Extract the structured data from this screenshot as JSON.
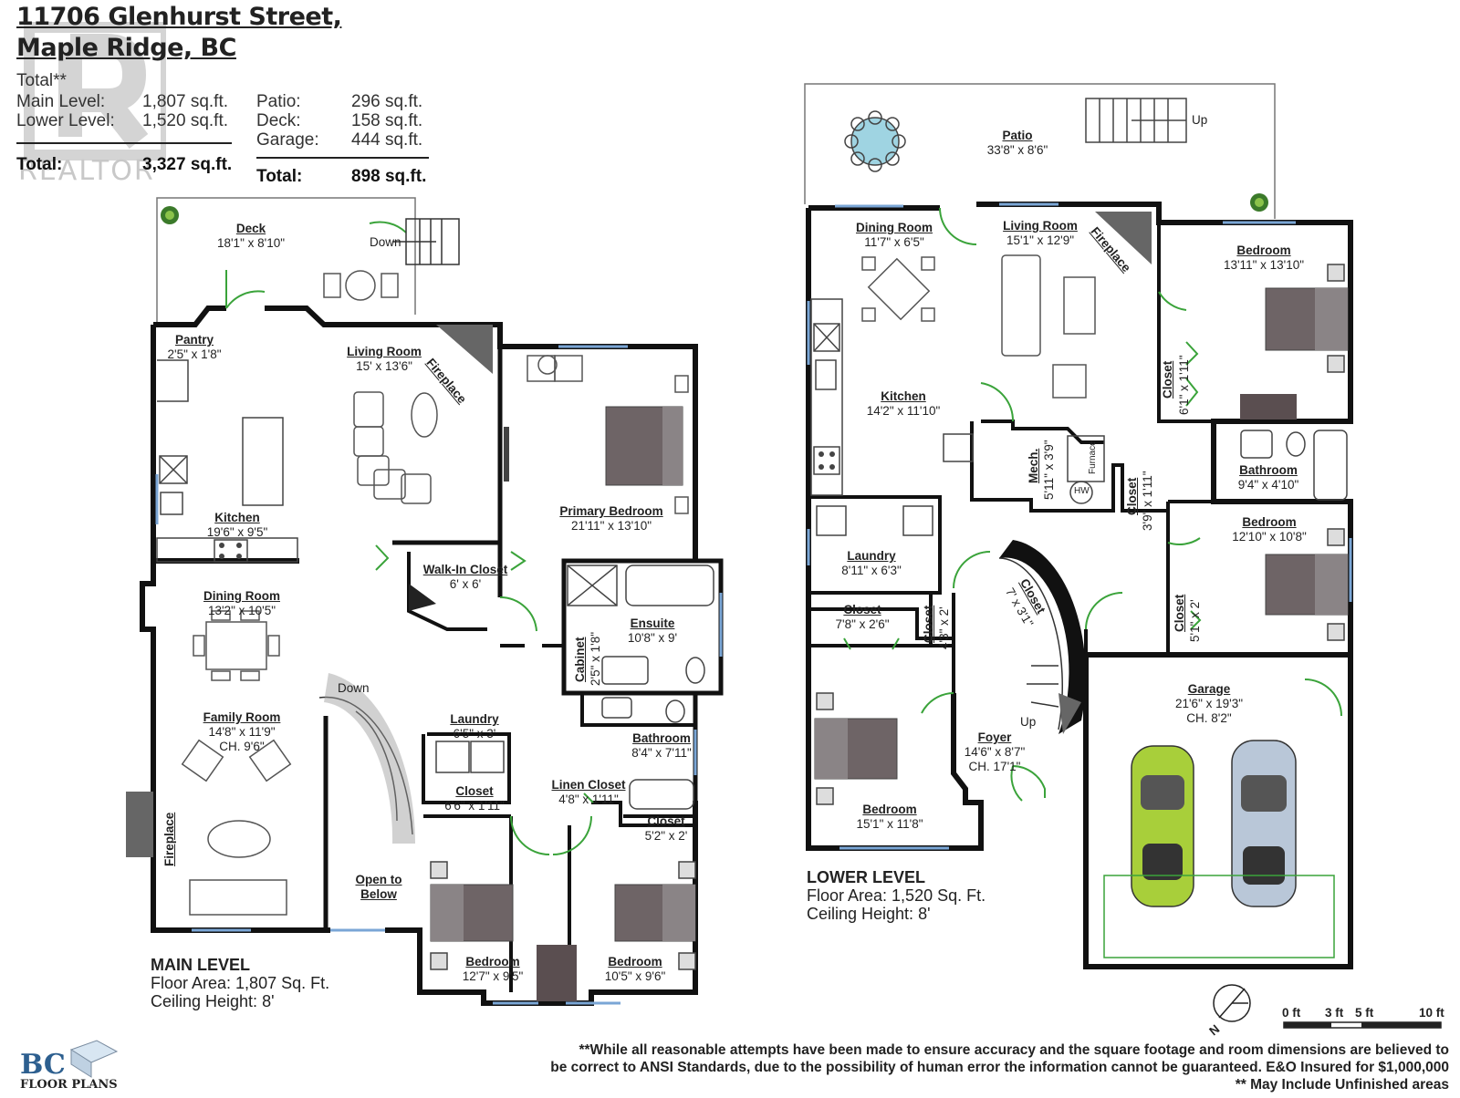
{
  "header": {
    "address_line1": "11706 Glenhurst Street,",
    "address_line2": "Maple Ridge, BC"
  },
  "summary": {
    "total_label": "Total**",
    "main_label": "Main Level:",
    "main_value": "1,807 sq.ft.",
    "lower_label": "Lower Level:",
    "lower_value": "1,520 sq.ft.",
    "total_row_label": "Total:",
    "total_value": "3,327 sq.ft.",
    "patio_label": "Patio:",
    "patio_value": "296 sq.ft.",
    "deck_label": "Deck:",
    "deck_value": "158 sq.ft.",
    "garage_label": "Garage:",
    "garage_value": "444 sq.ft.",
    "ext_total_label": "Total:",
    "ext_total_value": "898 sq.ft."
  },
  "watermark": {
    "brand_text": "REALTOR"
  },
  "main_level": {
    "heading": "MAIN LEVEL",
    "floor_area": "Floor Area: 1,807 Sq. Ft.",
    "ceiling": "Ceiling Height: 8'",
    "rooms": {
      "deck": {
        "name": "Deck",
        "dims": "18'1\" x 8'10\""
      },
      "pantry": {
        "name": "Pantry",
        "dims": "2'5\" x 1'8\""
      },
      "living": {
        "name": "Living Room",
        "dims": "15' x 13'6\""
      },
      "kitchen": {
        "name": "Kitchen",
        "dims": "19'6\" x 9'5\""
      },
      "primary": {
        "name": "Primary Bedroom",
        "dims": "21'11\" x 13'10\""
      },
      "walkin": {
        "name": "Walk-In Closet",
        "dims": "6' x 6'"
      },
      "dining": {
        "name": "Dining Room",
        "dims": "13'2\" x 10'5\""
      },
      "ensuite": {
        "name": "Ensuite",
        "dims": "10'8\" x 9'"
      },
      "cabinet": {
        "name": "Cabinet",
        "dims": "2'5\" x 1'8\""
      },
      "family": {
        "name": "Family Room",
        "dims": "14'8\" x 11'9\"",
        "ceiling": "CH. 9'6\""
      },
      "laundry": {
        "name": "Laundry",
        "dims": "6'5\" x 3'"
      },
      "bathroom": {
        "name": "Bathroom",
        "dims": "8'4\" x 7'11\""
      },
      "closet1": {
        "name": "Closet",
        "dims": "6'6\" x 1'11\""
      },
      "linen": {
        "name": "Linen Closet",
        "dims": "4'8\" x 1'11\""
      },
      "closet2": {
        "name": "Closet",
        "dims": "5'2\" x 2'"
      },
      "bedroom1": {
        "name": "Bedroom",
        "dims": "12'7\" x 9'5\""
      },
      "bedroom2": {
        "name": "Bedroom",
        "dims": "10'5\" x 9'6\""
      }
    },
    "labels": {
      "down_deck": "Down",
      "down_stairs": "Down",
      "fireplace1": "Fireplace",
      "fireplace2": "Fireplace",
      "open_to": "Open to",
      "below": "Below"
    }
  },
  "lower_level": {
    "heading": "LOWER LEVEL",
    "floor_area": "Floor Area: 1,520 Sq. Ft.",
    "ceiling": "Ceiling Height: 8'",
    "rooms": {
      "patio": {
        "name": "Patio",
        "dims": "33'8\" x 8'6\""
      },
      "dining": {
        "name": "Dining Room",
        "dims": "11'7\" x 6'5\""
      },
      "living": {
        "name": "Living Room",
        "dims": "15'1\" x 12'9\""
      },
      "bedroom1": {
        "name": "Bedroom",
        "dims": "13'11\" x 13'10\""
      },
      "kitchen": {
        "name": "Kitchen",
        "dims": "14'2\" x 11'10\""
      },
      "closet_a": {
        "name": "Closet",
        "dims": "6'1\" x 1'11\""
      },
      "mech": {
        "name": "Mech.",
        "dims": "5'11\" x 3'9\""
      },
      "bathroom": {
        "name": "Bathroom",
        "dims": "9'4\" x 4'10\""
      },
      "closet_b": {
        "name": "Closet",
        "dims": "3'9\" x 1'11\""
      },
      "bedroom2": {
        "name": "Bedroom",
        "dims": "12'10\" x 10'8\""
      },
      "laundry": {
        "name": "Laundry",
        "dims": "8'11\" x 6'3\""
      },
      "closet_c": {
        "name": "Closet",
        "dims": "7'8\" x 2'6\""
      },
      "closet_d": {
        "name": "Closet",
        "dims": "4'3\" x 2'"
      },
      "closet_e": {
        "name": "Closet",
        "dims": "7' x 3'1\""
      },
      "closet_f": {
        "name": "Closet",
        "dims": "5'1\" x 2'"
      },
      "garage": {
        "name": "Garage",
        "dims": "21'6\" x 19'3\"",
        "ceiling": "CH. 8'2\""
      },
      "foyer": {
        "name": "Foyer",
        "dims": "14'6\" x 8'7\"",
        "ceiling": "CH. 17'1\""
      },
      "bedroom3": {
        "name": "Bedroom",
        "dims": "15'1\" x 11'8\""
      }
    },
    "labels": {
      "up_patio": "Up",
      "up_stairs": "Up",
      "fireplace": "Fireplace",
      "furnace": "Furnace",
      "hw": "HW"
    }
  },
  "scale": {
    "t0": "0 ft",
    "t3": "3 ft",
    "t5": "5 ft",
    "t10": "10 ft",
    "north": "N"
  },
  "logo": {
    "bc": "BC",
    "text": "FLOOR PLANS"
  },
  "disclaimer": {
    "line1": "**While all reasonable attempts have been made to ensure accuracy and the square footage and room dimensions are believed to",
    "line2": "be correct to ANSI Standards, due to the possibility of human error the information cannot be guaranteed. E&O Insured for $1,000,000",
    "line3": "** May Include Unfinished areas"
  },
  "colors": {
    "wall": "#111111",
    "door": "#3aa33a",
    "window": "#7aa6d6",
    "furniture": "#555555",
    "bed": "#6e6466",
    "car_green": "#a8cf3a",
    "car_silver": "#b9c7d8",
    "fireplace": "#6a6a6a",
    "patio_table": "#9fd4e2"
  }
}
